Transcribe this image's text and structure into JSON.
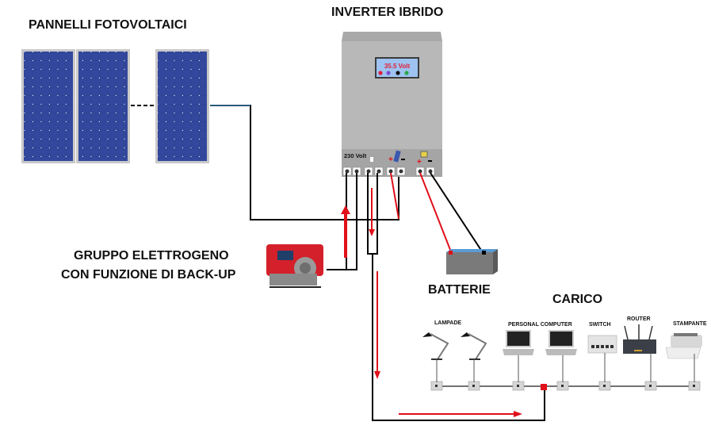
{
  "title": "INVERTER IBRIDO",
  "labels": {
    "panels": "PANNELLI FOTOVOLTAICI",
    "generator_line1": "GRUPPO ELETTROGENO",
    "generator_line2": "CON FUNZIONE DI BACK-UP",
    "batteries": "BATTERIE",
    "load": "CARICO"
  },
  "inverter": {
    "display_value": "35.5 Volt",
    "ac_label": "230 Volt",
    "led_colors": [
      "#e0203a",
      "#7a4fd0",
      "#111111",
      "#2aa84a"
    ],
    "plus": "+",
    "minus": "−"
  },
  "loads": [
    {
      "name": "LAMPADE"
    },
    {
      "name": "PERSONAL COMPUTER"
    },
    {
      "name": "SWITCH"
    },
    {
      "name": "ROUTER"
    },
    {
      "name": "STAMPANTE"
    }
  ],
  "colors": {
    "wire_positive": "#e0101a",
    "wire_negative": "#000000",
    "flow_arrow": "#e0101a",
    "panel_blue": "#2d3f8f",
    "inverter_body": "#b8b8b8"
  }
}
